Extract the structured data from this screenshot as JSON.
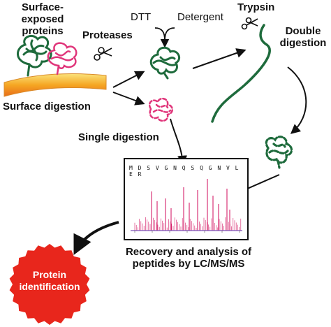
{
  "labels": {
    "surface_exposed_line1": "Surface-exposed",
    "surface_exposed_line2": "proteins",
    "proteases": "Proteases",
    "dtt": "DTT",
    "detergent": "Detergent",
    "trypsin": "Trypsin",
    "double_digestion_line1": "Double",
    "double_digestion_line2": "digestion",
    "surface_digestion": "Surface digestion",
    "single_digestion": "Single digestion",
    "recovery_line1": "Recovery and analysis of",
    "recovery_line2": "peptides by LC/MS/MS",
    "protein_identification_line1": "Protein",
    "protein_identification_line2": "identification"
  },
  "spectrum": {
    "sequence": "M D S V G N Q S Q G N V L E R"
  },
  "colors": {
    "green_protein": "#1e6b3c",
    "pink_protein": "#e0357a",
    "membrane": "#f5a623",
    "badge": "#e8261c",
    "spectrum_peak": "#d6206a",
    "spectrum_baseline": "#7b4fb8"
  },
  "icons": [
    "scissors-icon"
  ]
}
